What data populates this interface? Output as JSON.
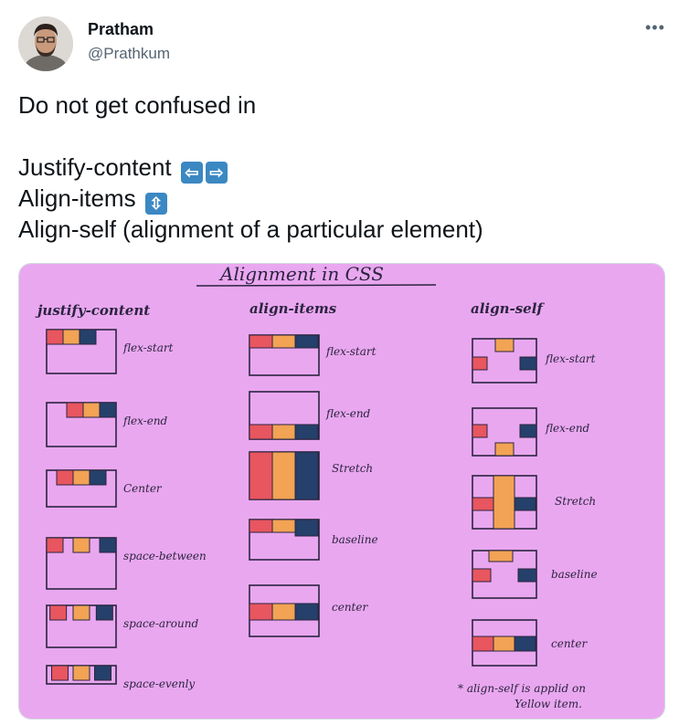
{
  "author": {
    "name": "Pratham",
    "handle": "@Prathkum",
    "avatar_icon": "profile-photo"
  },
  "more_icon": "more-options-icon",
  "tweet": {
    "line1": "Do not get confused in",
    "line2": "Justify-content",
    "line3": "Align-items",
    "line4": "Align-self (alignment of a particular element)",
    "emoji_left": "⇦",
    "emoji_right": "⇨",
    "emoji_updown": "⇳"
  },
  "media": {
    "title": "Alignment in CSS",
    "columns": {
      "justify": "justify-content",
      "align_items": "align-items",
      "align_self": "align-self"
    },
    "justify_labels": [
      "flex-start",
      "flex-end",
      "Center",
      "space-between",
      "space-around",
      "space-evenly"
    ],
    "align_items_labels": [
      "flex-start",
      "flex-end",
      "Stretch",
      "baseline",
      "center"
    ],
    "align_self_labels": [
      "flex-start",
      "flex-end",
      "Stretch",
      "baseline",
      "center"
    ],
    "note_line1": "* align-self is applid on",
    "note_line2": "Yellow item.",
    "colors": {
      "paper": "#e9a7ef",
      "red": "#e8565f",
      "yellow": "#f2a354",
      "navy": "#25406a",
      "ink": "#2b2440"
    }
  }
}
